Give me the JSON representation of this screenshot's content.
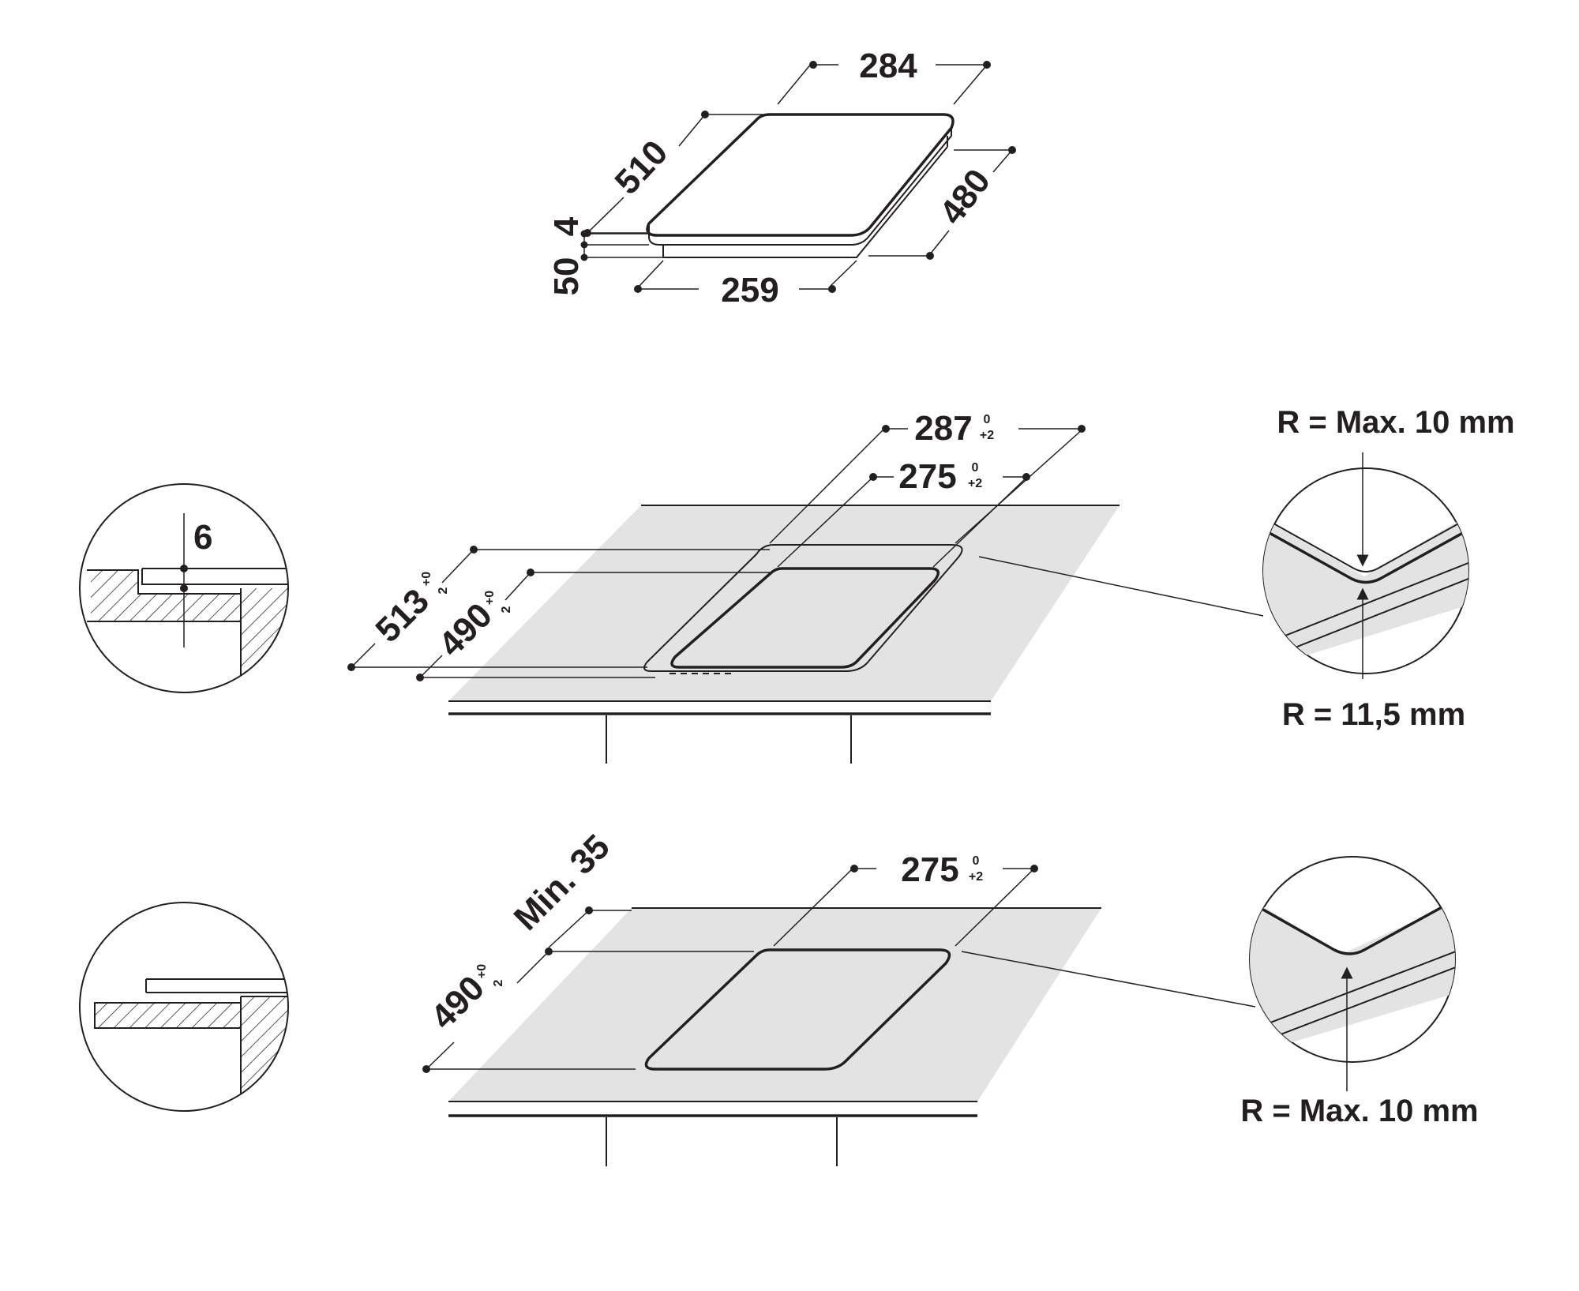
{
  "colors": {
    "ink": "#231f20",
    "worktop": "#e3e3e3",
    "background": "#ffffff"
  },
  "top_view": {
    "width_top": "284",
    "depth_top": "510",
    "depth_bottom": "480",
    "width_bottom": "259",
    "glass_thickness": "4",
    "body_height": "50"
  },
  "flush_mount": {
    "cutout_outer_width": "287",
    "cutout_outer_width_tol": [
      "0",
      "+2"
    ],
    "cutout_inner_width": "275",
    "cutout_inner_width_tol": [
      "0",
      "+2"
    ],
    "cutout_outer_depth": "513",
    "cutout_outer_depth_tol": [
      "+0",
      "2"
    ],
    "cutout_inner_depth": "490",
    "cutout_inner_depth_tol": [
      "+0",
      "2"
    ],
    "rebate_depth": "6",
    "radius_max": "R = Max. 10 mm",
    "radius_inner": "R = 11,5 mm"
  },
  "standard_mount": {
    "min_distance": "Min. 35",
    "cutout_width": "275",
    "cutout_width_tol": [
      "0",
      "+2"
    ],
    "cutout_depth": "490",
    "cutout_depth_tol": [
      "+0",
      "2"
    ],
    "radius_max": "R = Max. 10 mm"
  }
}
